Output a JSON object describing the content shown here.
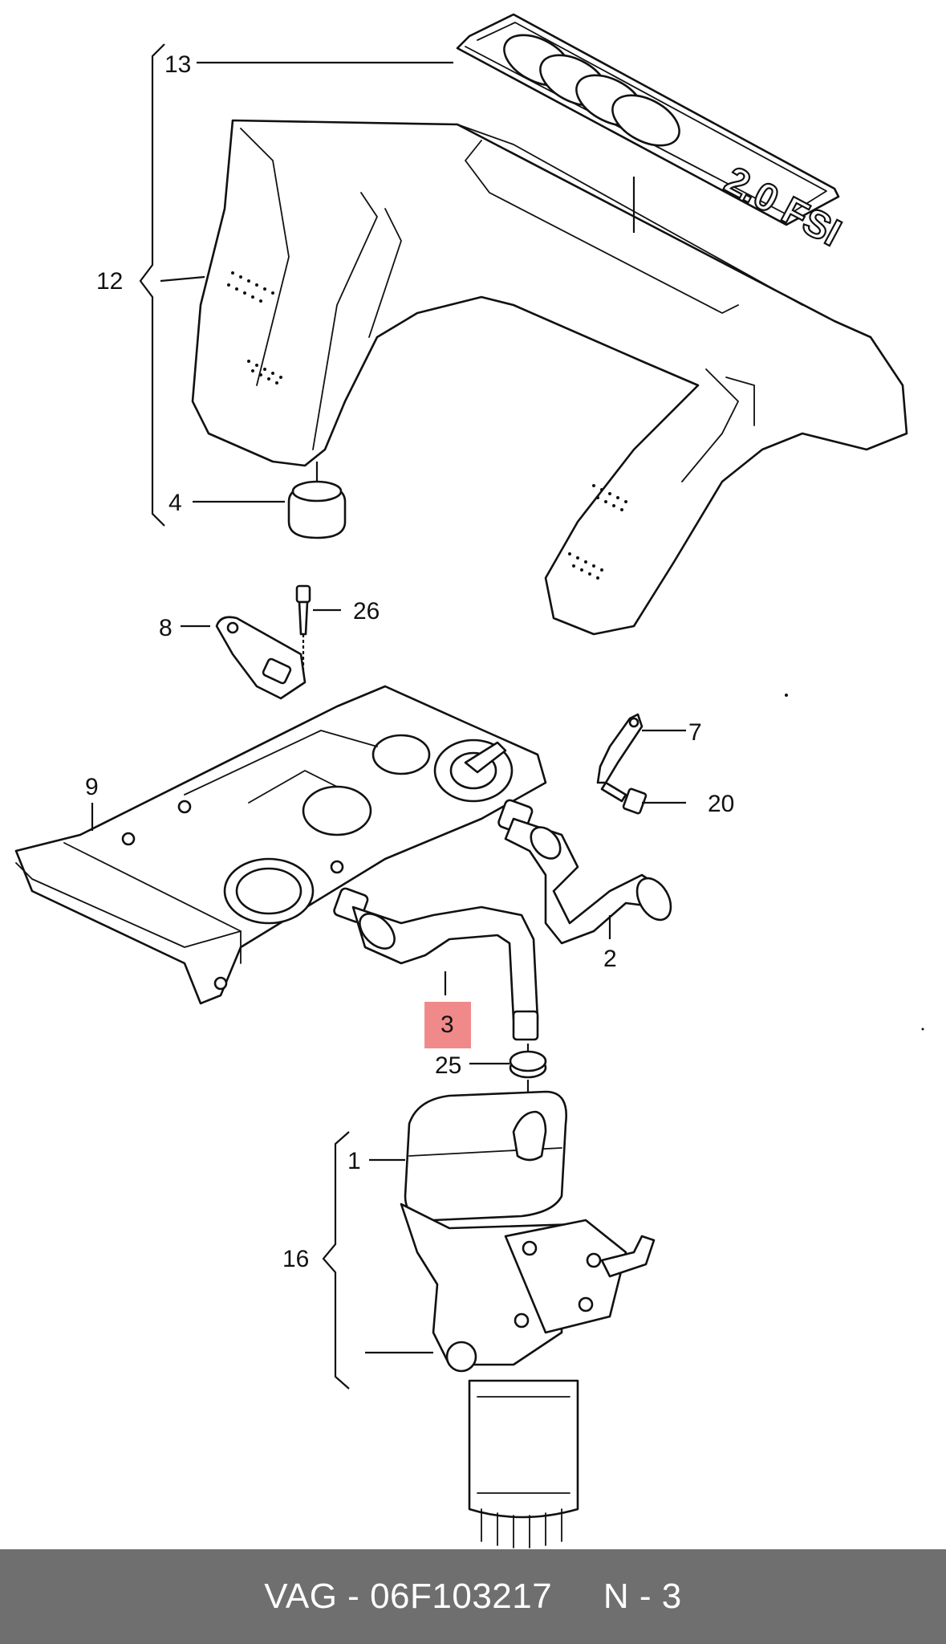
{
  "callouts": [
    {
      "id": "13",
      "label": "13"
    },
    {
      "id": "12",
      "label": "12"
    },
    {
      "id": "4",
      "label": "4"
    },
    {
      "id": "8",
      "label": "8"
    },
    {
      "id": "26",
      "label": "26"
    },
    {
      "id": "7",
      "label": "7"
    },
    {
      "id": "20",
      "label": "20"
    },
    {
      "id": "9",
      "label": "9"
    },
    {
      "id": "2",
      "label": "2"
    },
    {
      "id": "3",
      "label": "3"
    },
    {
      "id": "25",
      "label": "25"
    },
    {
      "id": "1",
      "label": "1"
    },
    {
      "id": "16",
      "label": "16"
    }
  ],
  "cover_logo_text": "2.0 FSI",
  "highlight": {
    "callout_id": "3",
    "color": "#f08a8a"
  },
  "footer": {
    "brand": "VAG",
    "separator": " - ",
    "part_number": "06F103217",
    "position_ref": "N - 3"
  }
}
